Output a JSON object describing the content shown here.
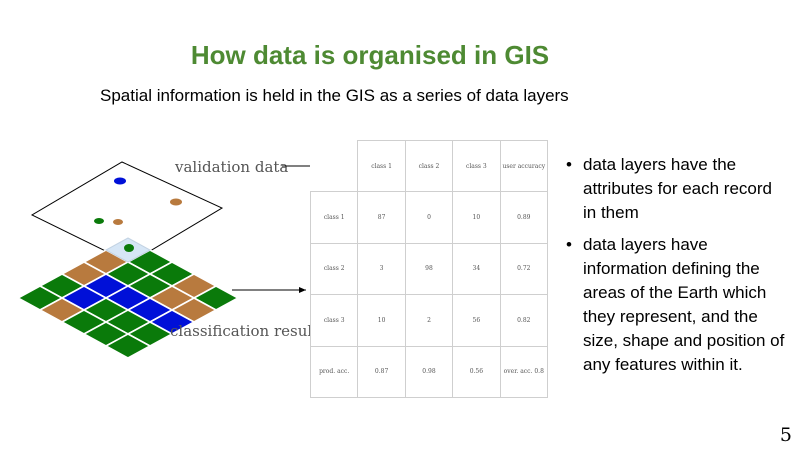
{
  "slide": {
    "title": "How data is organised in GIS",
    "subtitle": "Spatial information is held in the GIS as a series of data layers",
    "page_number": "5"
  },
  "diagram": {
    "validation_label": "validation data",
    "classification_label": "classification result",
    "colors": {
      "green": "#0a7a0a",
      "brown": "#b87a3e",
      "blue": "#0010d8",
      "point_highlight": "#d4e4f4"
    }
  },
  "matrix": {
    "header": [
      "class 1",
      "class 2",
      "class 3",
      "user accuracy"
    ],
    "rows": [
      [
        "class 1",
        "87",
        "0",
        "10",
        "0.89"
      ],
      [
        "class 2",
        "3",
        "98",
        "34",
        "0.72"
      ],
      [
        "class 3",
        "10",
        "2",
        "56",
        "0.82"
      ],
      [
        "prod. acc.",
        "0.87",
        "0.98",
        "0.56",
        "over. acc. 0.8"
      ]
    ]
  },
  "bullets": [
    "data layers have the attributes for each record in them",
    "data layers have information defining the areas of the Earth which they represent, and the size, shape and position of any features within it."
  ]
}
